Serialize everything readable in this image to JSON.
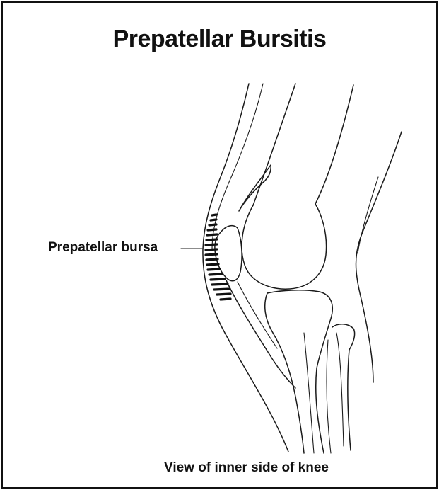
{
  "diagram": {
    "title": "Prepatellar Bursitis",
    "bursa_label": "Prepatellar bursa",
    "caption": "View of inner side of knee"
  }
}
